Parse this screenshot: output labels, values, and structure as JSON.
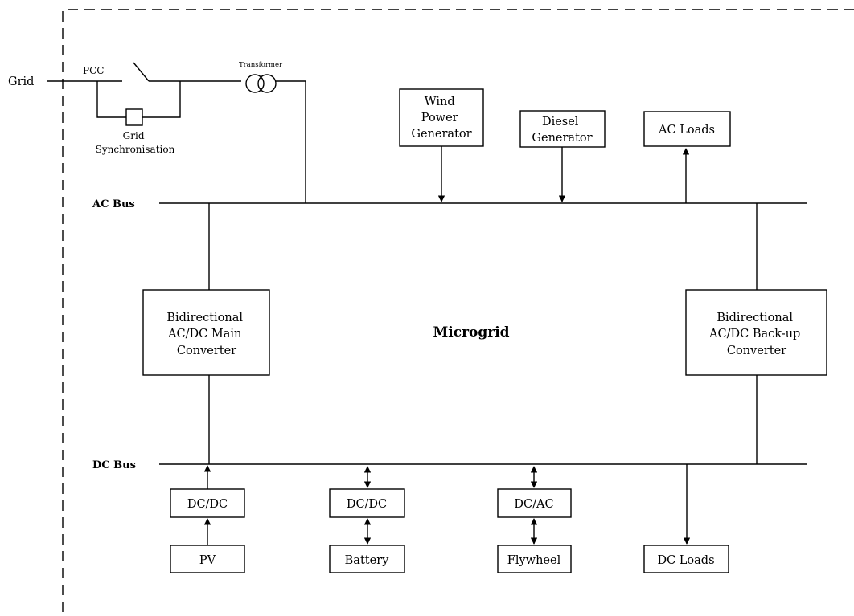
{
  "grid_label": "Grid",
  "pcc_label": "PCC",
  "grid_sync": [
    "Grid",
    "Synchronisation"
  ],
  "transformer_label": "Transformer",
  "ac_bus_label": "AC Bus",
  "dc_bus_label": "DC Bus",
  "center_label": "Microgrid",
  "wind": [
    "Wind",
    "Power",
    "Generator"
  ],
  "diesel": [
    "Diesel",
    "Generator"
  ],
  "ac_loads": "AC Loads",
  "main_converter": [
    "Bidirectional",
    "AC/DC Main",
    "Converter"
  ],
  "backup_converter": [
    "Bidirectional",
    "AC/DC Back-up",
    "Converter"
  ],
  "pv_converter": "DC/DC",
  "battery_converter": "DC/DC",
  "flywheel_converter": "DC/AC",
  "pv": "PV",
  "battery": "Battery",
  "flywheel": "Flywheel",
  "dc_loads": "DC Loads"
}
